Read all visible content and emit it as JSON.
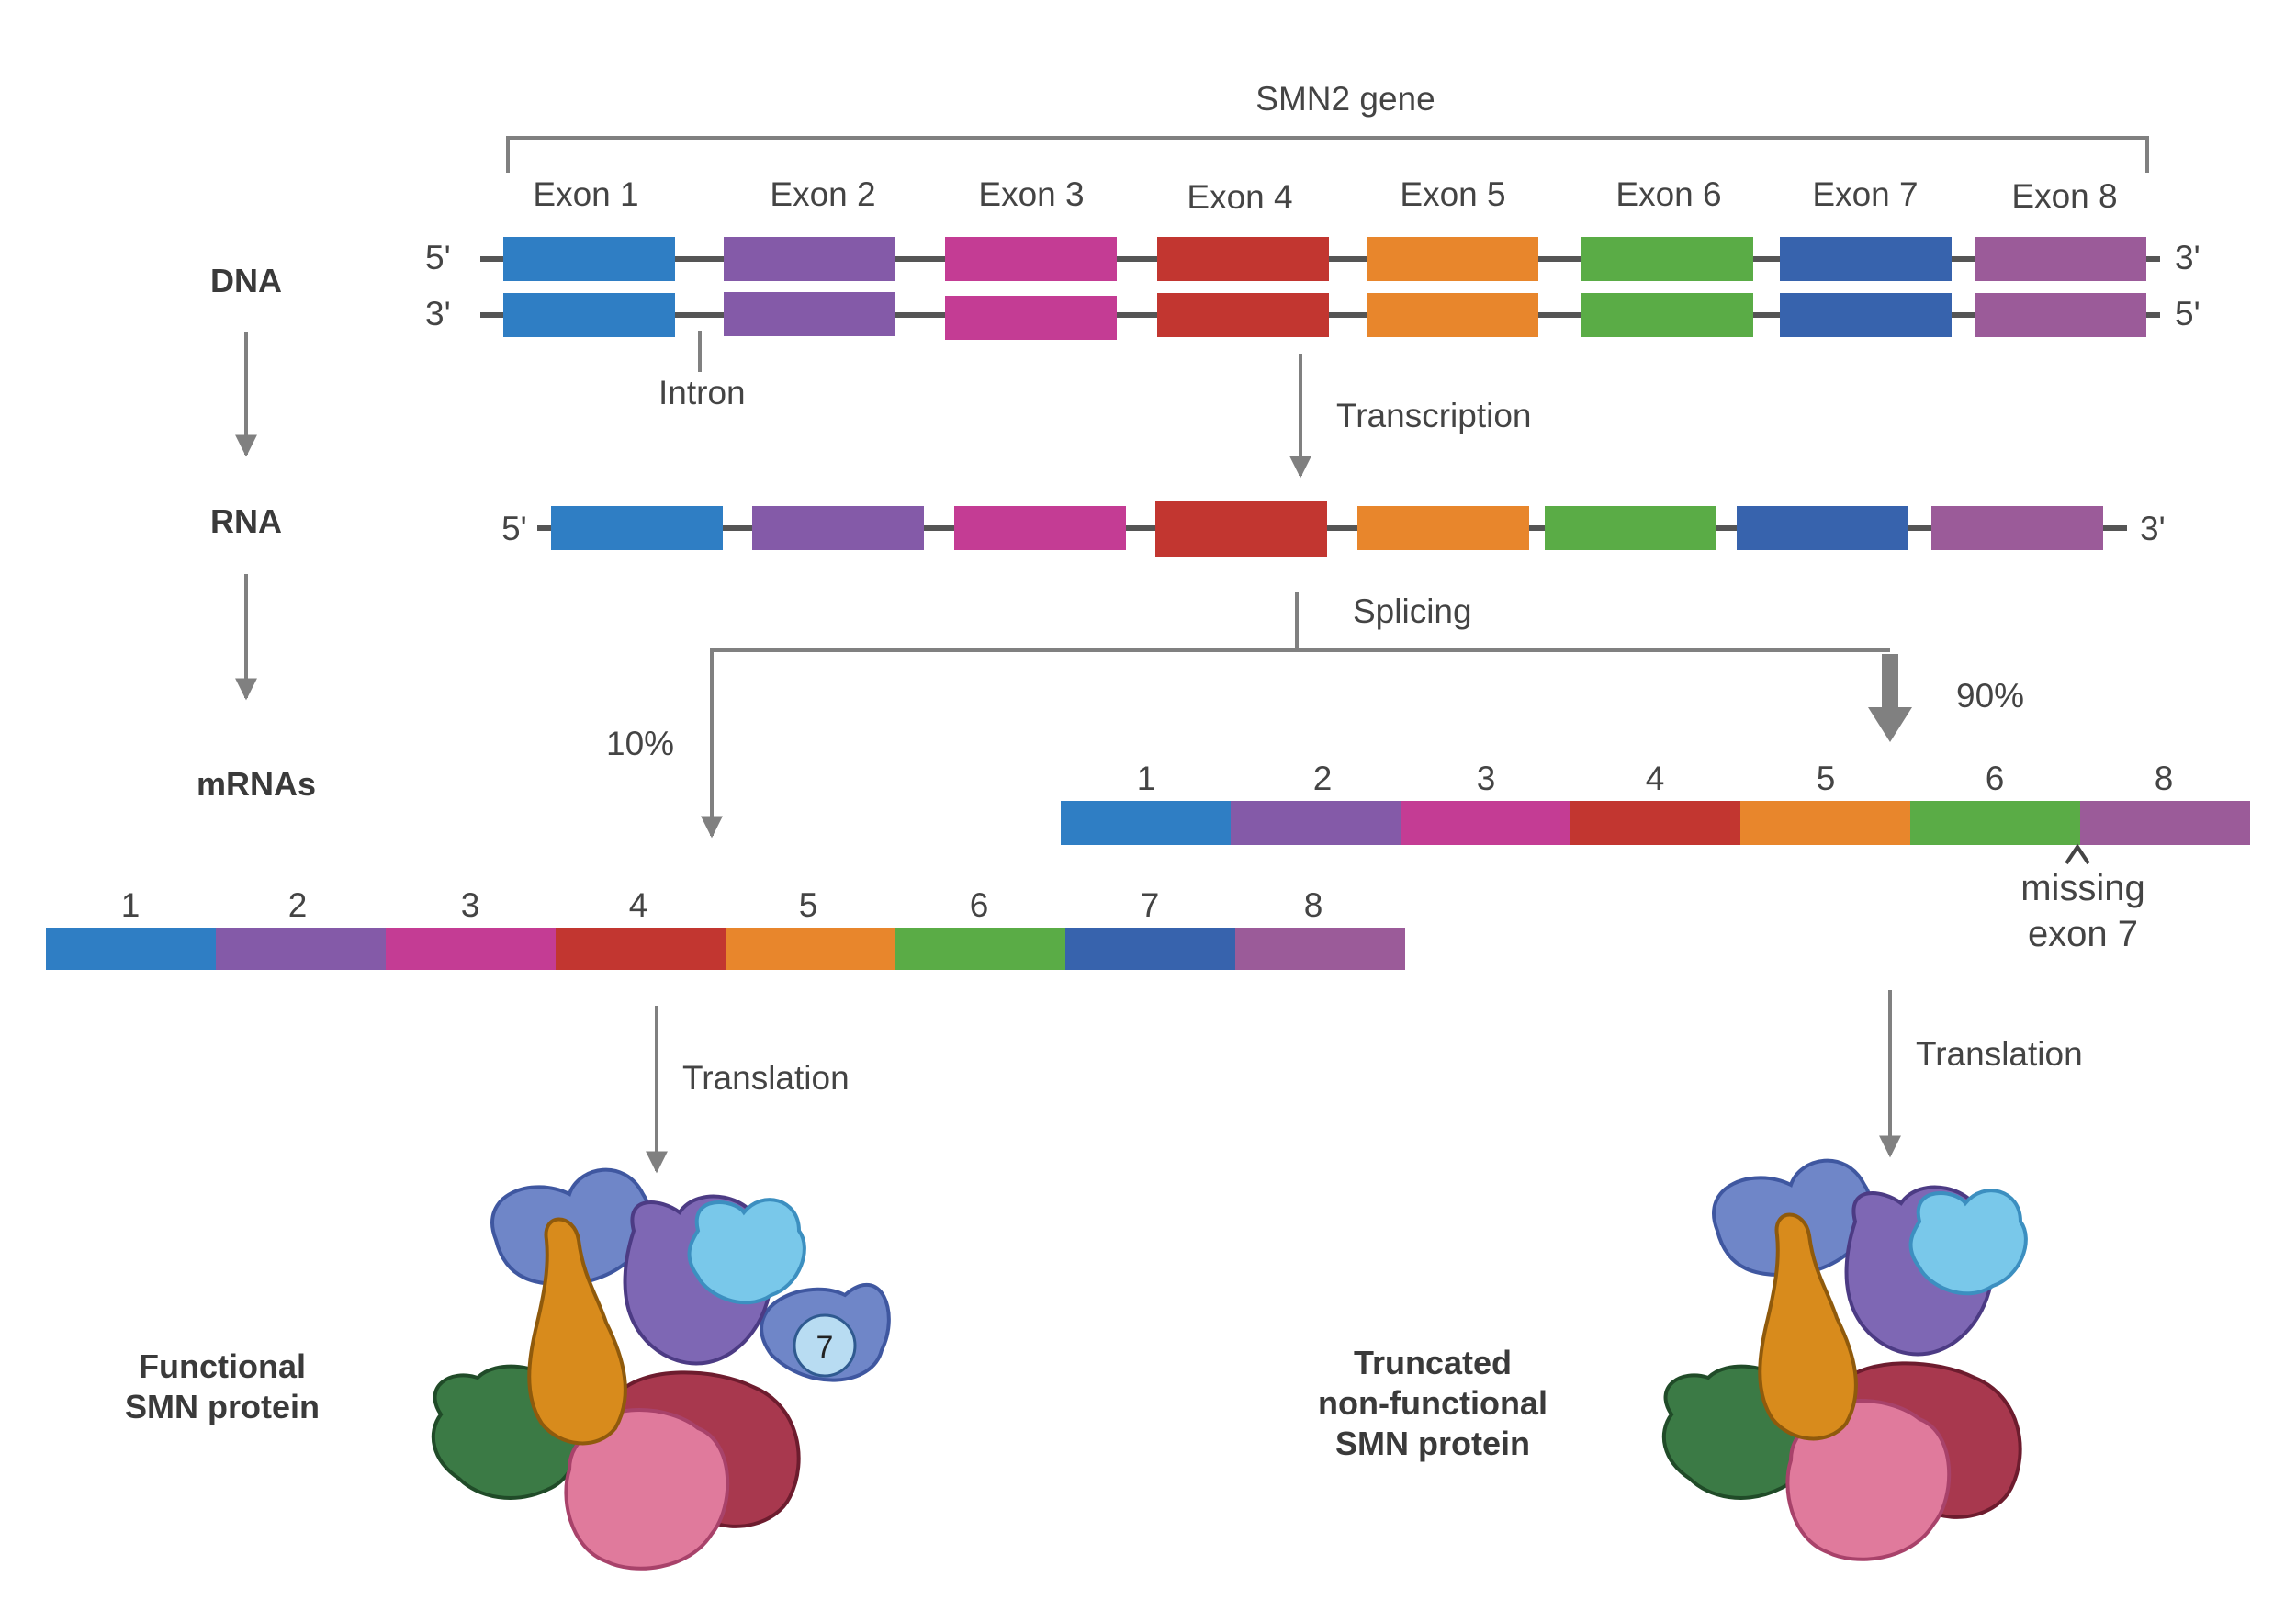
{
  "colors": {
    "exon1": "#2f7ec4",
    "exon2": "#845aa8",
    "exon3": "#c43c94",
    "exon4": "#c23630",
    "exon5": "#e8862c",
    "exon6": "#5aac46",
    "exon7": "#3763ad",
    "exon8": "#9b5b99",
    "strand": "#555555",
    "arrow": "#808080"
  },
  "gene": {
    "title": "SMN2 gene",
    "exon_labels": [
      "Exon 1",
      "Exon 2",
      "Exon 3",
      "Exon 4",
      "Exon 5",
      "Exon 6",
      "Exon 7",
      "Exon 8"
    ],
    "strand_top": {
      "left": "5'",
      "right": "3'"
    },
    "strand_bottom": {
      "left": "3'",
      "right": "5'"
    },
    "intron_label": "Intron"
  },
  "stages": {
    "dna": "DNA",
    "rna": "RNA",
    "mrnas": "mRNAs"
  },
  "rna": {
    "left": "5'",
    "right": "3'"
  },
  "steps": {
    "transcription": "Transcription",
    "splicing": "Splicing",
    "translation_left": "Translation",
    "translation_right": "Translation"
  },
  "percentages": {
    "minor": "10%",
    "major": "90%"
  },
  "mrna_full": {
    "numbers": [
      "1",
      "2",
      "3",
      "4",
      "5",
      "6",
      "7",
      "8"
    ]
  },
  "mrna_truncated": {
    "numbers": [
      "1",
      "2",
      "3",
      "4",
      "5",
      "6",
      "8"
    ],
    "missing_line1": "missing",
    "missing_line2": "exon 7"
  },
  "proteins": {
    "functional_line1": "Functional",
    "functional_line2": "SMN protein",
    "exon7_marker": "7",
    "truncated_line1": "Truncated",
    "truncated_line2": "non-functional",
    "truncated_line3": "SMN protein"
  }
}
